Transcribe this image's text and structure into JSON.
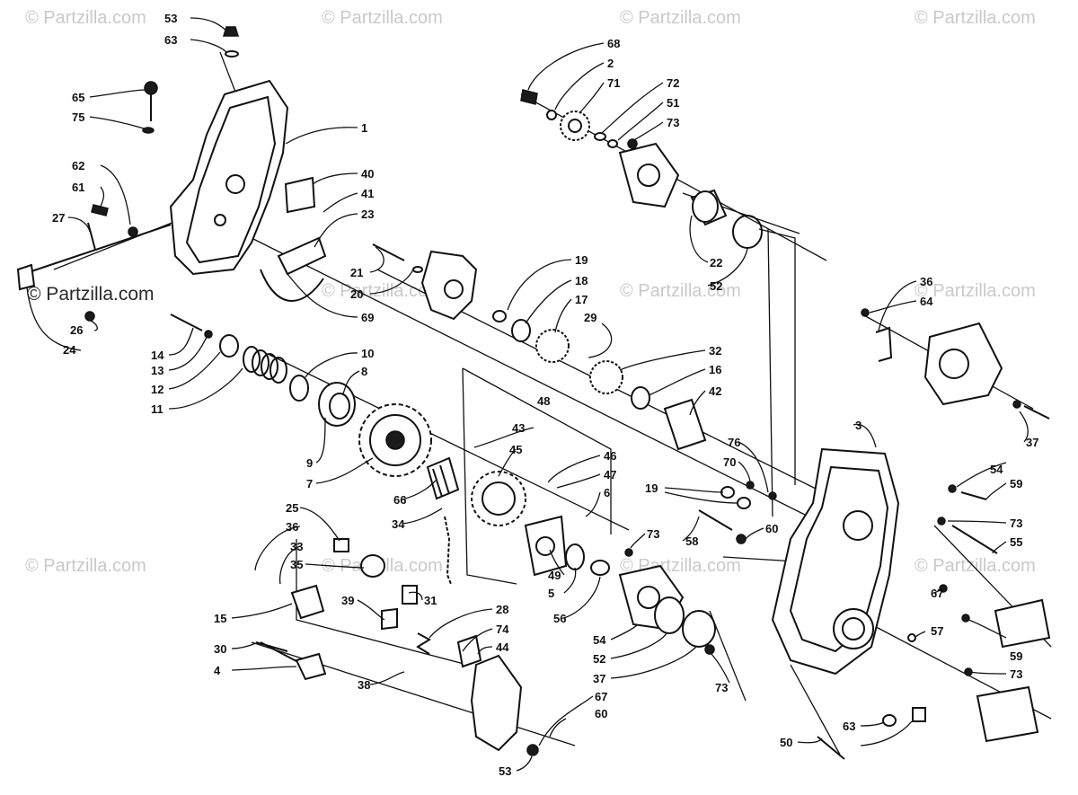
{
  "watermark": "© Partzilla.com",
  "callouts": [
    "53",
    "63",
    "65",
    "75",
    "1",
    "62",
    "61",
    "40",
    "41",
    "23",
    "27",
    "21",
    "20",
    "26",
    "24",
    "69",
    "14",
    "13",
    "12",
    "11",
    "10",
    "8",
    "9",
    "7",
    "19",
    "18",
    "17",
    "29",
    "32",
    "16",
    "42",
    "48",
    "43",
    "45",
    "46",
    "47",
    "6",
    "66",
    "34",
    "25",
    "36",
    "33",
    "35",
    "31",
    "39",
    "15",
    "30",
    "4",
    "38",
    "28",
    "74",
    "44",
    "49",
    "5",
    "56",
    "73",
    "54",
    "52",
    "37",
    "60",
    "67",
    "68",
    "2",
    "71",
    "72",
    "51",
    "22",
    "64",
    "3",
    "76",
    "70",
    "58",
    "59",
    "55",
    "57",
    "50"
  ],
  "colors": {
    "ink": "#111111",
    "watermark": "#c9c9c9",
    "background": "#ffffff"
  }
}
